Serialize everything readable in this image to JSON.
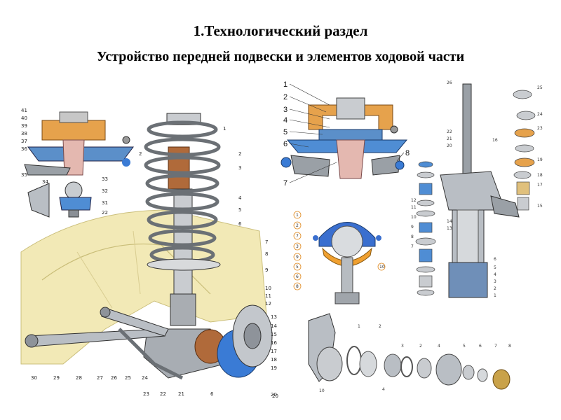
{
  "title": {
    "line1": "1.Технологический раздел",
    "line2": "Устройство передней подвески и элементов ходовой части"
  },
  "main_diagram": {
    "strut_top_left": [
      "41",
      "40",
      "39",
      "38",
      "37",
      "36",
      "35"
    ],
    "ball_joint": [
      "34",
      "33",
      "32",
      "31",
      "22"
    ],
    "spring_right": [
      "1",
      "2",
      "2",
      "3",
      "4",
      "5",
      "6",
      "7",
      "8",
      "9",
      "10",
      "11",
      "12",
      "13",
      "14",
      "15",
      "16",
      "17",
      "18",
      "19",
      "20"
    ],
    "bottom": [
      "30",
      "29",
      "28",
      "27",
      "26",
      "25",
      "24",
      "23",
      "22",
      "21",
      "6",
      "20"
    ]
  },
  "strut_mount_diagram": {
    "left_labels": [
      "1",
      "2",
      "3",
      "4",
      "5",
      "6",
      "7"
    ],
    "right_labels": [
      "8"
    ]
  },
  "ball_joint_diagram": {
    "labels": [
      "1",
      "2",
      "7",
      "3",
      "9",
      "5",
      "6",
      "8",
      "10"
    ]
  },
  "shock_absorber_diagram": {
    "labels": [
      "26",
      "25",
      "24",
      "23",
      "22",
      "21",
      "20",
      "19",
      "18",
      "17",
      "16",
      "15",
      "14",
      "13",
      "12",
      "11",
      "10",
      "9",
      "8",
      "7",
      "6",
      "5",
      "4",
      "3",
      "2",
      "1"
    ]
  },
  "hub_diagram": {
    "top_labels": [
      "1",
      "2",
      "3",
      "2",
      "4",
      "5",
      "6",
      "7",
      "8"
    ],
    "bottom_labels": [
      "10",
      "4"
    ]
  }
}
